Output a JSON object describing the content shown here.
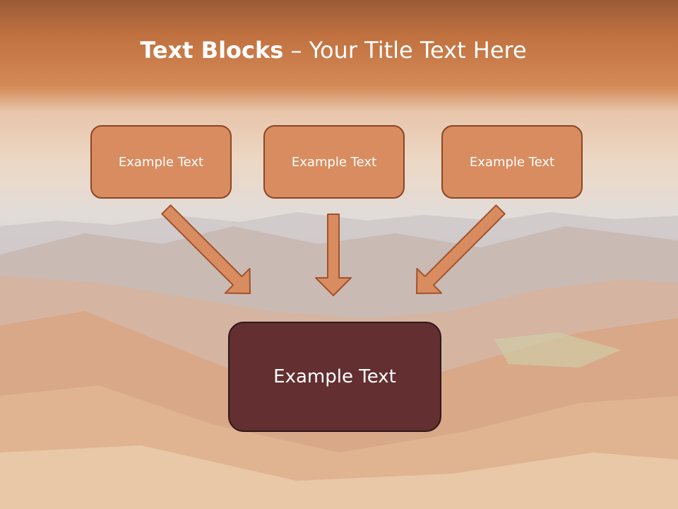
{
  "title": {
    "bold": "Text Blocks",
    "rest": " – Your Title Text Here"
  },
  "blocks": [
    {
      "label": "Example Text"
    },
    {
      "label": "Example Text"
    },
    {
      "label": "Example Text"
    }
  ],
  "target": {
    "label": "Example Text"
  },
  "colors": {
    "header": "#c9743f",
    "box_fill": "#d98c5f",
    "box_border": "#8a4626",
    "target_fill": "#632f31",
    "arrow_fill": "#d98c5f",
    "arrow_stroke": "#a0532e"
  }
}
